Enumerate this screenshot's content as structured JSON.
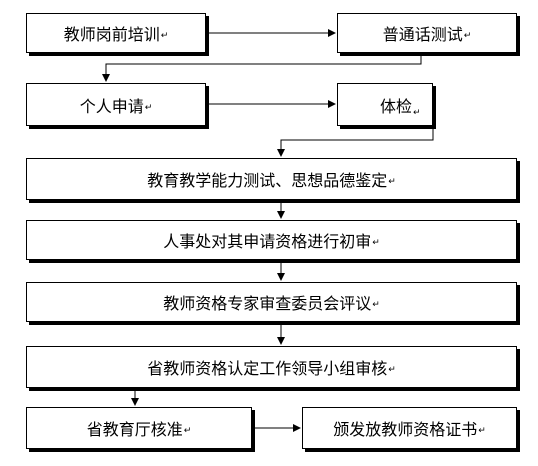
{
  "steps": {
    "s1": "教师岗前培训",
    "s2": "普通话测试",
    "s3": "个人申请",
    "s4a": "体",
    "s4b": "检",
    "s5": "教育教学能力测试、思想品德鉴定",
    "s6": "人事处对其申请资格进行初审",
    "s7": "教师资格专家审查委员会评议",
    "s8": "省教师资格认定工作领导小组审核",
    "s9": "省教育厅核准",
    "s10": "颁发放教师资格证书"
  },
  "mark": "↵"
}
